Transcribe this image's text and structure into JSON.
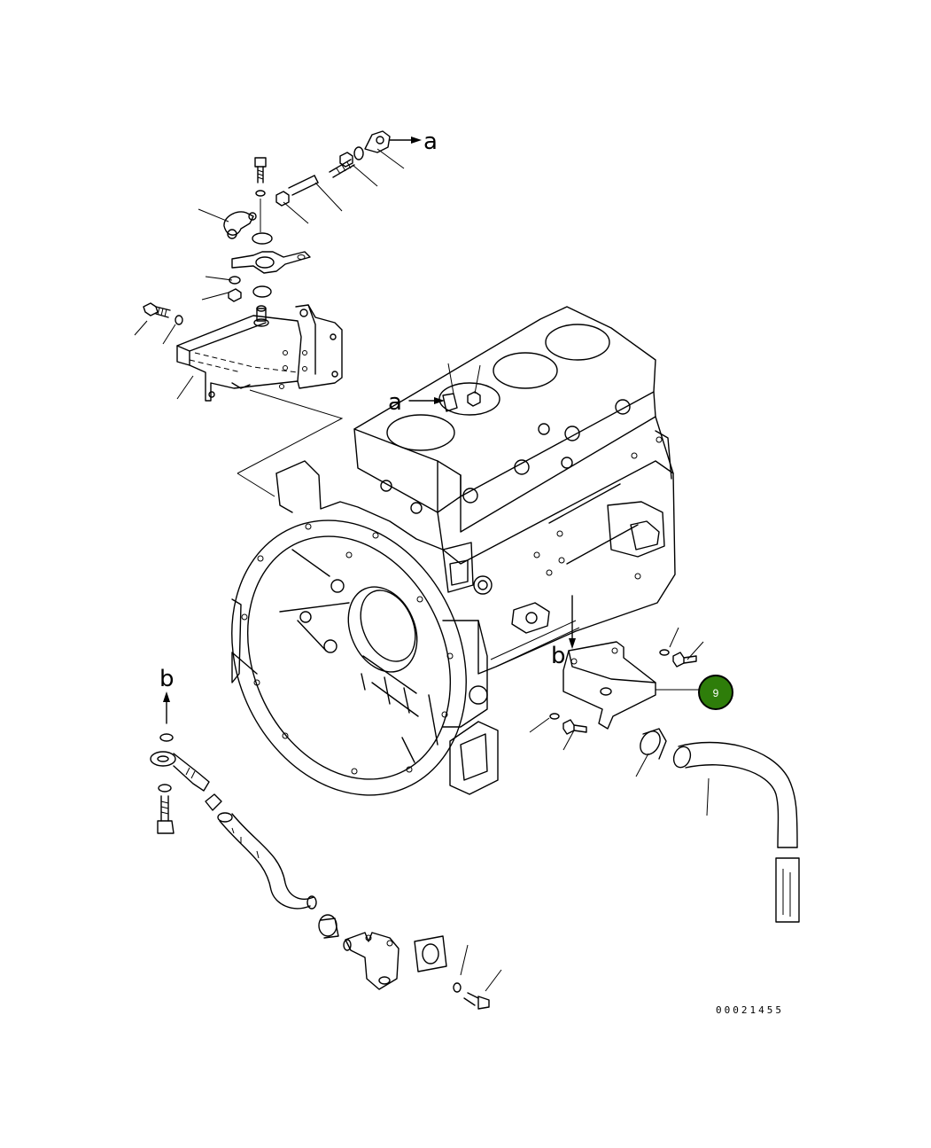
{
  "diagram": {
    "callout_letters": {
      "a_top": "a",
      "a_block": "a",
      "b_left": "b",
      "b_center": "b"
    },
    "drawing_number": "00021455",
    "highlight_badge": {
      "label": "9",
      "color": "#2e7d0a"
    }
  }
}
